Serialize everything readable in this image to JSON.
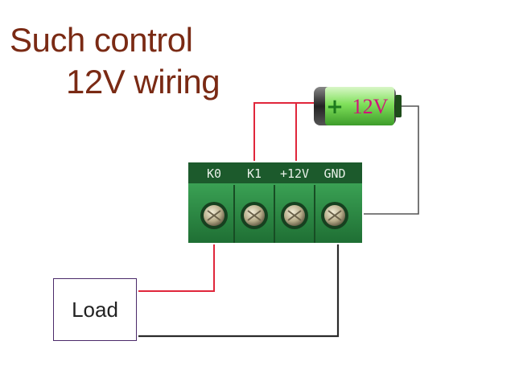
{
  "title": {
    "line1": "Such control",
    "line2": "12V wiring"
  },
  "battery": {
    "label": "12V",
    "plus_symbol": "+"
  },
  "terminal_block": {
    "labels": [
      "K0",
      "K1",
      "+12V",
      "GND"
    ]
  },
  "load": {
    "label": "Load"
  },
  "colors": {
    "title_text": "#7a2a14",
    "wire_red": "#e0263b",
    "wire_black": "#2a2a2a",
    "wire_gray": "#555555",
    "block_green": "#2f8a44",
    "block_dark": "#1b4a26",
    "battery_green": "#5cc94a",
    "battery_label": "#d0147a",
    "load_border": "#4b2a6a"
  }
}
